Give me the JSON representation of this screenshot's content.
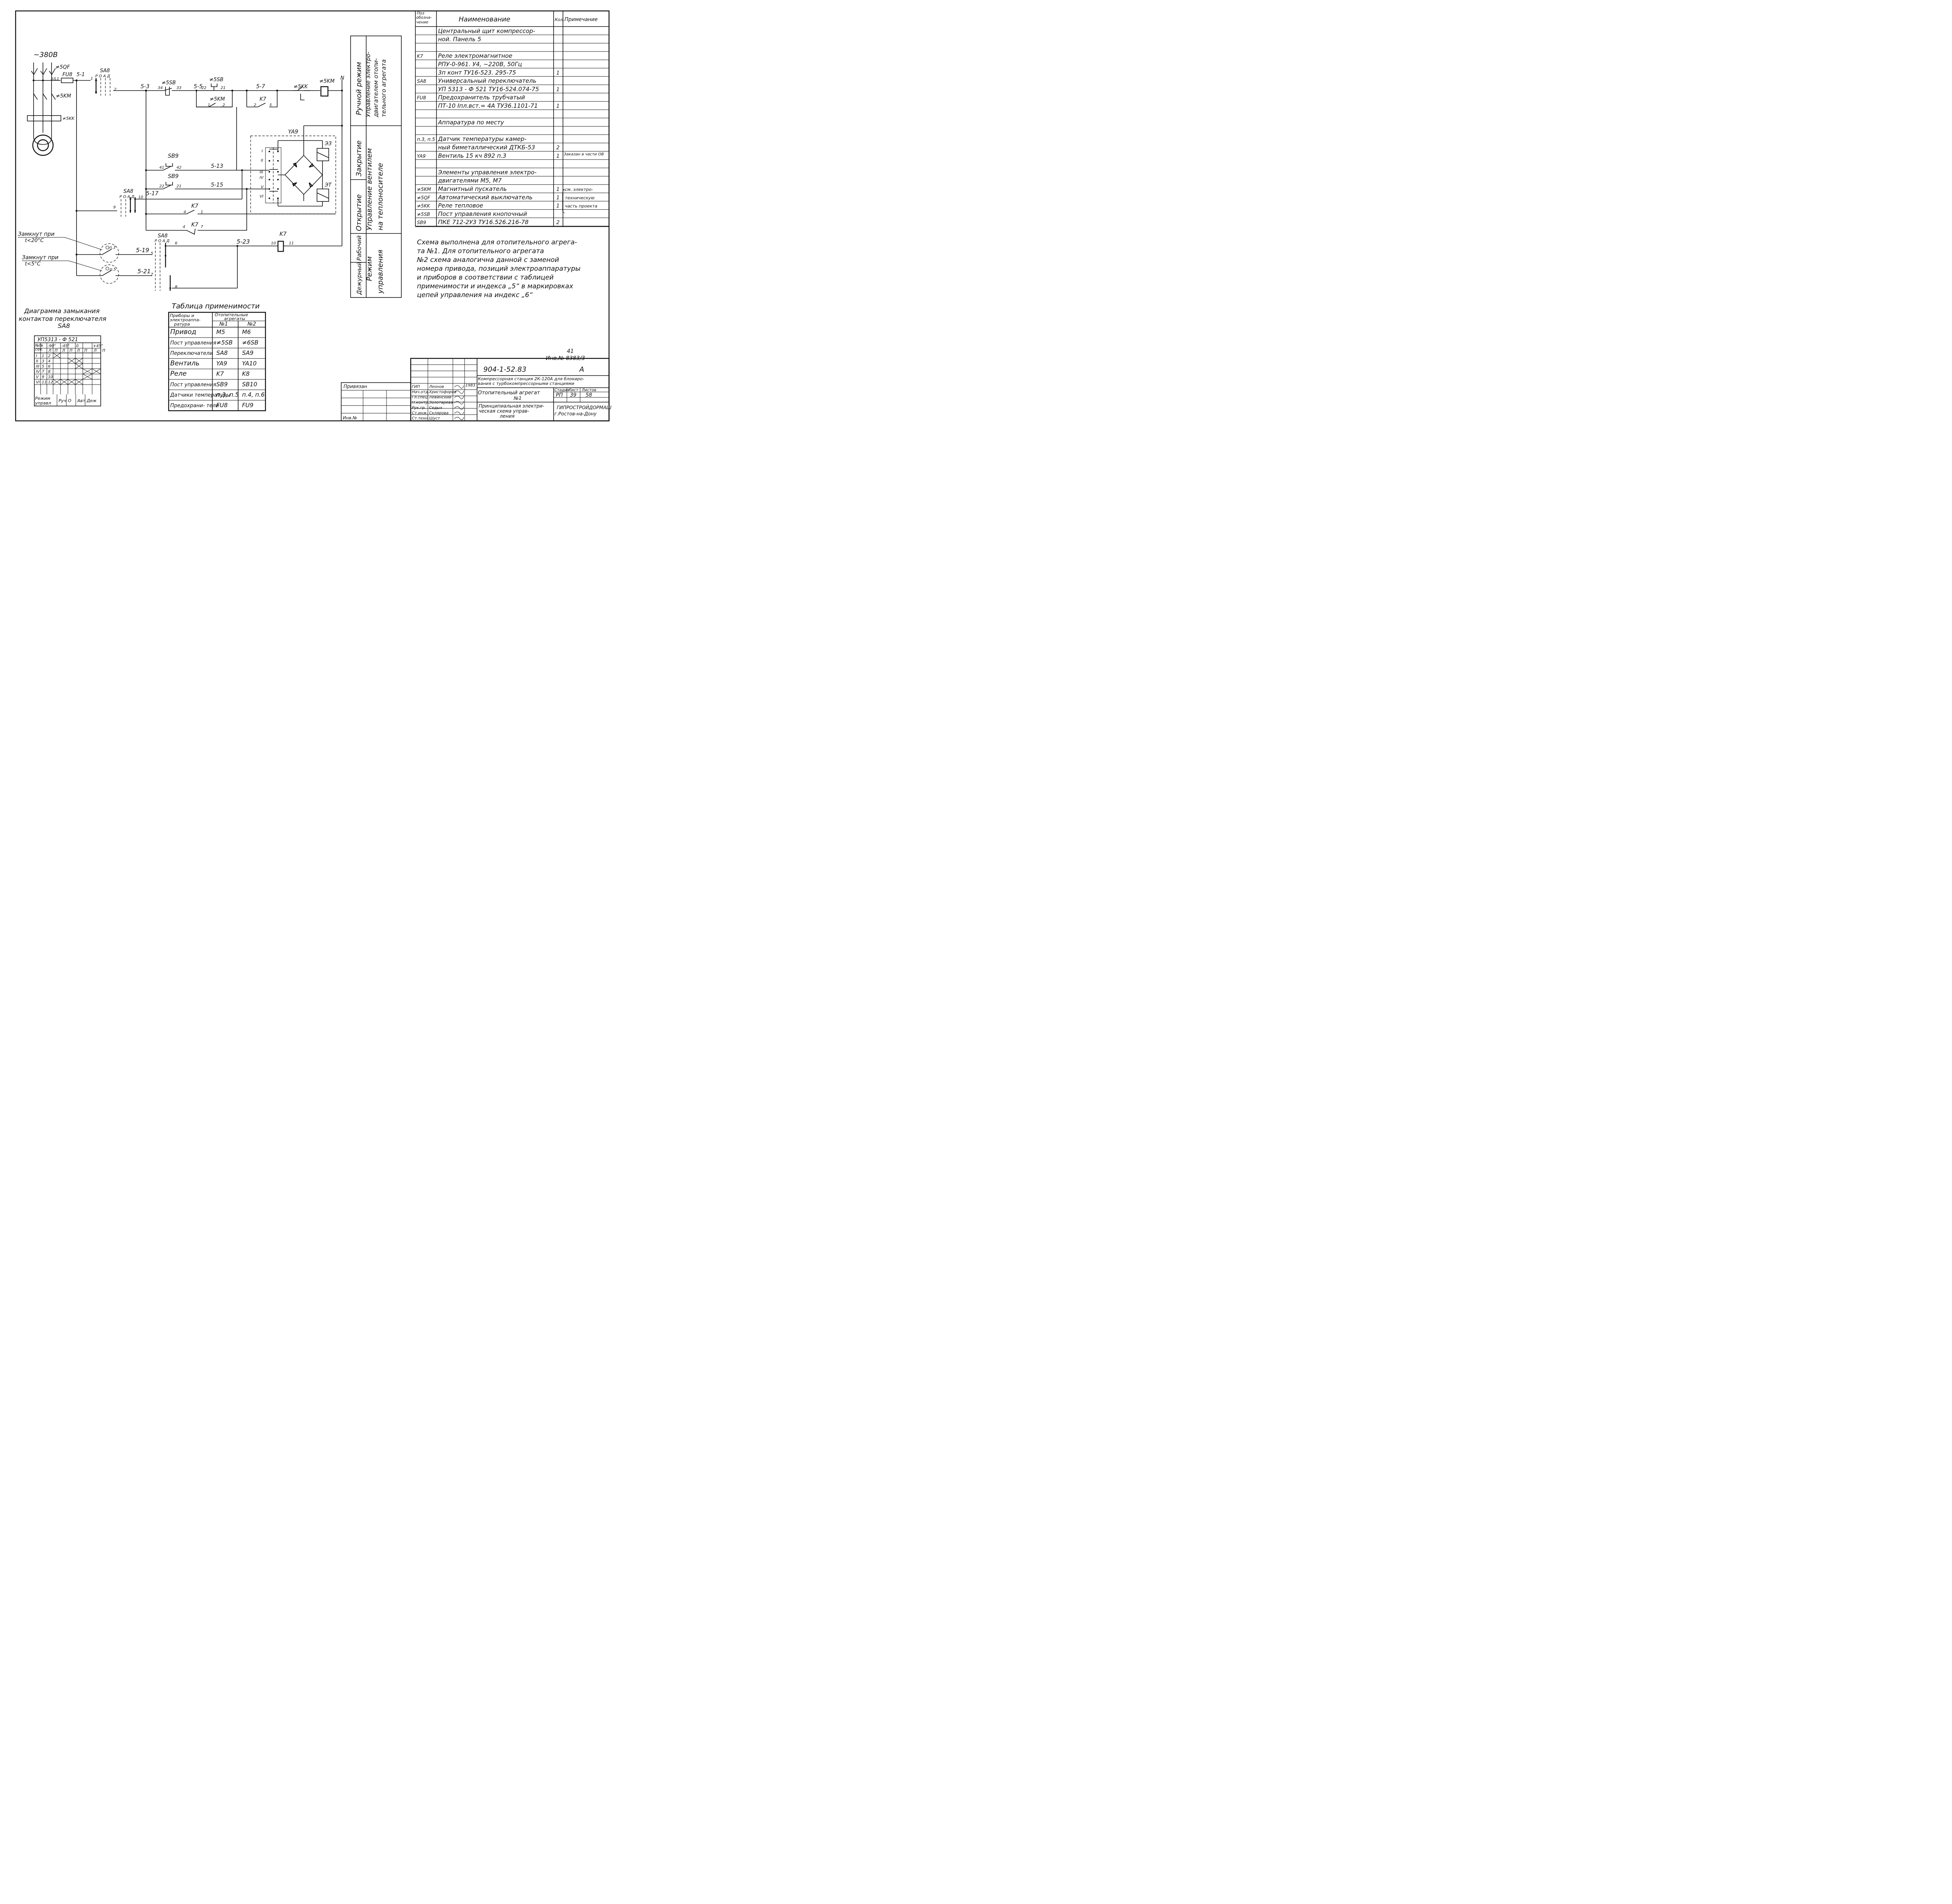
{
  "supply": {
    "voltage": "~380В"
  },
  "labels": {
    "qf5": "≠5QF",
    "fu8": "FU8",
    "km5_main": "≠5KM",
    "kk5_main": "≠5KK",
    "sa8_top": "SA8",
    "sa8_top_pos": "Р О А Д",
    "w51": "5-1",
    "w53": "5-3",
    "w55": "5-5",
    "w57": "5-7",
    "w513": "5-13",
    "w515": "5-15",
    "w517": "5-17",
    "w519": "5-19",
    "w521": "5-21",
    "w523": "5-23",
    "sb5": "≠5SB",
    "sb5b": "≠5SB",
    "km5_aux": "≠5KM",
    "k7_a": "K7",
    "kk5": "≠5KK",
    "km5_coil": "≠5KM",
    "n": "N",
    "ya9": "YA9",
    "e3": "ЭЗ",
    "et": "ЭТ",
    "sb9_a": "SB9",
    "sb9_b": "SB9",
    "sa8_mid": "SA8",
    "sa8_mid_pos": "Р О А Д",
    "k7_b": "K7",
    "k7_c": "K7",
    "sa8_low": "SA8",
    "sa8_low_pos": "Р О А Д",
    "k7_coil": "K7",
    "pn3": "п.3",
    "pn5": "п.5",
    "closed1": "Замкнут при",
    "closed1b": "t<20°С",
    "closed2": "Замкнут при",
    "closed2b": "t<5°С",
    "rom_i": "I",
    "rom_ii": "II",
    "rom_iii": "III",
    "rom_iv": "IV",
    "rom_v": "V",
    "rom_vi": "VI",
    "n1": "1",
    "n2": "2",
    "n34": "34",
    "n33": "33",
    "n22": "22",
    "n21": "21",
    "n1b": "1",
    "n2b": "2",
    "n2c": "2",
    "n5": "5",
    "n41": "41",
    "n42": "42",
    "n22b": "22",
    "n21b": "21",
    "n9": "9",
    "n10": "10",
    "n4": "4",
    "n1c": "1",
    "n4b": "4",
    "n7": "7",
    "n6": "6",
    "n10b": "10",
    "n11": "11",
    "n5b": "5",
    "n7b": "7",
    "n8": "8",
    "n1d": "1",
    "n2d": "2"
  },
  "modes": {
    "manual": "Ручной режим",
    "manual_desc": "Управление электродвигателем отопительного агрегата",
    "close": "Закрытие",
    "open": "Открытие",
    "valve_desc1": "Управление вентилем",
    "valve_desc2": "на теплоносителе",
    "duty": "Дежурный",
    "work": "Рабочий",
    "mode_ctrl1": "Режим",
    "mode_ctrl2": "управления"
  },
  "spec": {
    "headers": {
      "pos": "Поз обозна- чение",
      "name": "Наименование",
      "qty": "Кол.",
      "note": "Примечание"
    },
    "rows": [
      {
        "pos": "",
        "name": "Центральный щит компрессор-",
        "qty": "",
        "note": ""
      },
      {
        "pos": "",
        "name": "ной. Панель 5",
        "qty": "",
        "note": ""
      },
      {
        "pos": "",
        "name": "",
        "qty": "",
        "note": ""
      },
      {
        "pos": "K7",
        "name": "Реле электромагнитное",
        "qty": "",
        "note": ""
      },
      {
        "pos": "",
        "name": "РПУ-0-961. У4, ~220В, 50Гц",
        "qty": "",
        "note": ""
      },
      {
        "pos": "",
        "name": "3п конт ТУ16-523. 295-75",
        "qty": "1",
        "note": ""
      },
      {
        "pos": "SA8",
        "name": "Универсальный переключатель",
        "qty": "",
        "note": ""
      },
      {
        "pos": "",
        "name": "УП 5313 - Ф 521 ТУ16-524.074-75",
        "qty": "1",
        "note": ""
      },
      {
        "pos": "FU8",
        "name": "Предохранитель трубчатый",
        "qty": "",
        "note": ""
      },
      {
        "pos": "",
        "name": "ПТ-10 Iпл.вст.= 4А ТУ36.1101-71",
        "qty": "1",
        "note": ""
      },
      {
        "pos": "",
        "name": "",
        "qty": "",
        "note": ""
      },
      {
        "pos": "",
        "name": "Аппаратура по месту",
        "qty": "",
        "note": ""
      },
      {
        "pos": "",
        "name": "",
        "qty": "",
        "note": ""
      },
      {
        "pos": "п.3, п.5",
        "name": "Датчик температуры камер-",
        "qty": "",
        "note": ""
      },
      {
        "pos": "",
        "name": "ный биметаллический ДТКБ-53",
        "qty": "2",
        "note": ""
      },
      {
        "pos": "YA9",
        "name": "Вентиль 15 кч 892 п.3",
        "qty": "1",
        "note": "Заказан в части ОВ"
      },
      {
        "pos": "",
        "name": "",
        "qty": "",
        "note": ""
      },
      {
        "pos": "",
        "name": "Элементы управления электро-",
        "qty": "",
        "note": ""
      },
      {
        "pos": "",
        "name": "двигателями М5, М7",
        "qty": "",
        "note": ""
      },
      {
        "pos": "≠5KM",
        "name": "Магнитный пускатель",
        "qty": "1",
        "note": "см. электро-"
      },
      {
        "pos": "≠5QF",
        "name": "Автоматический выключатель",
        "qty": "1",
        "note": "техническую"
      },
      {
        "pos": "≠5KK",
        "name": "Реле тепловое",
        "qty": "1",
        "note": "часть проекта"
      },
      {
        "pos": "≠5SB",
        "name": "Пост управления кнопочный",
        "qty": "",
        "note": ""
      },
      {
        "pos": "SB9",
        "name": "ПКЕ 712-2У3 ТУ16.526.216-78",
        "qty": "2",
        "note": ""
      }
    ]
  },
  "note_text": [
    "Схема выполнена для отопительного агрега-",
    "та №1. Для отопительного агрегата",
    "№2 схема аналогична данной с заменой",
    "номера привода, позиций электроаппаратуры",
    "и приборов в соответствии с таблицей",
    "применимости и индекса „5“ в маркировках",
    "цепей управления на индекс „6“"
  ],
  "diagram": {
    "title1": "Диаграмма замыкания",
    "title2": "контактов переключателя",
    "title3": "SA8",
    "model": "УП5313 - Ф 521",
    "col_sec": "№№ сек- ции",
    "col_cont": "№ кон- такта",
    "angles": [
      "-90°",
      "-45°",
      "0",
      "+45°"
    ],
    "pos_row": [
      "Л",
      "П",
      "Л",
      "П",
      "Л",
      "П",
      "Л",
      "П"
    ],
    "rows": [
      [
        "I",
        "1",
        "2"
      ],
      [
        "II",
        "3",
        "4"
      ],
      [
        "III",
        "5",
        "6"
      ],
      [
        "IV",
        "7",
        "8"
      ],
      [
        "V",
        "9",
        "10"
      ],
      [
        "VI",
        "11",
        "12"
      ]
    ],
    "mode_label": "Режим управл",
    "modes": [
      "Руч",
      "О",
      "Авт",
      "Деж"
    ]
  },
  "applic": {
    "title": "Таблица применимости",
    "h1": "Приборы и электроаппа- ратура",
    "h2": "Отопительные агрегаты",
    "h3": "№1",
    "h4": "№2",
    "rows": [
      [
        "Привод",
        "М5",
        "М6"
      ],
      [
        "Пост управления",
        "≠5SB",
        "≠6SB"
      ],
      [
        "Переключатели",
        "SA8",
        "SA9"
      ],
      [
        "Вентиль",
        "YA9",
        "YA10"
      ],
      [
        "Реле",
        "K7",
        "K8"
      ],
      [
        "Пост управления",
        "SB9",
        "SB10"
      ],
      [
        "Датчики температуры",
        "п.3, п.5",
        "п.4, п.6"
      ],
      [
        "Предохрани- тели",
        "FU8",
        "FU9"
      ]
    ]
  },
  "stamp": {
    "sheet_num": "41",
    "inv": "Инв.№ 8383/3",
    "code": "904-1-52.83",
    "letter": "А",
    "project": "Компрессорная станция 2К-120А для блокиро-",
    "project2": "вания с турбокомпрессорными станциями",
    "object": "Отопительный агрегат",
    "object2": "№1",
    "drawing": "Принципиальная электри-",
    "drawing2": "ческая схема управ-",
    "drawing3": "ления",
    "stage_h": "Стадия",
    "sheet_h": "Лист",
    "sheets_h": "Листов",
    "stage": "РП",
    "sheet": "39",
    "sheets": "58",
    "org": "ГИПРОСТРОЙДОРМАШ",
    "city": "г.Ростов-на-Дону",
    "roles": [
      [
        "ГИП",
        "Леонов"
      ],
      [
        "Нач.отд.",
        "Христофоров"
      ],
      [
        "Гл.спец.",
        "Левинский"
      ],
      [
        "Н.контр.",
        "Золотарева"
      ],
      [
        "Рук.гр.",
        "Седых"
      ],
      [
        "Ст.инж.",
        "Склярова"
      ],
      [
        "Ст.техн.",
        "Шуст"
      ]
    ],
    "date": "1983",
    "attached": "Привязан",
    "inv_no": "Инв.№"
  }
}
